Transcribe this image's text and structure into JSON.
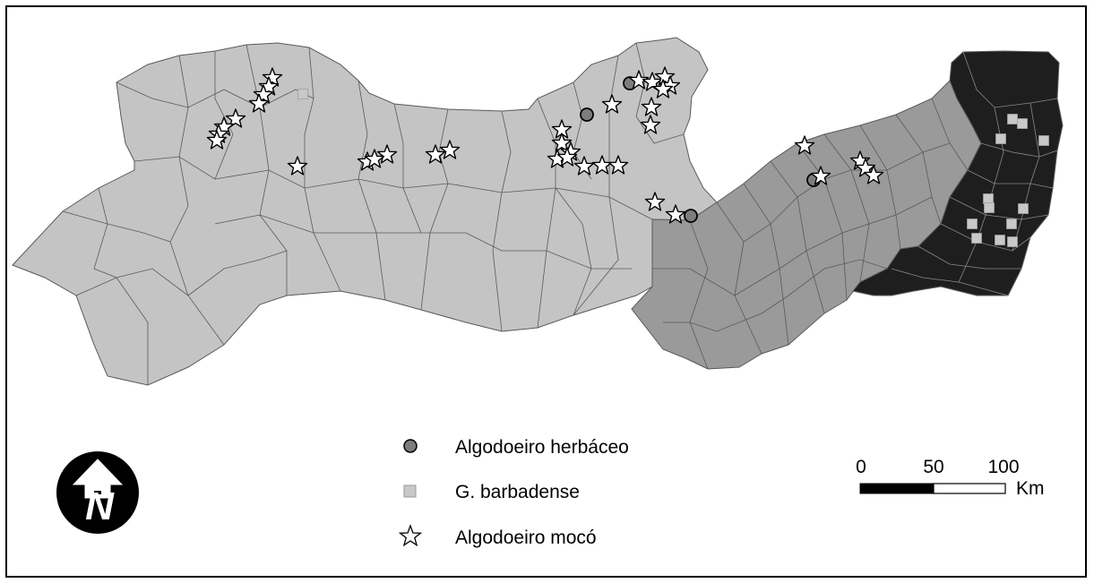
{
  "legend": {
    "items": [
      {
        "label": "Algodoeiro herbáceo",
        "symbol": "circle"
      },
      {
        "label": "G. barbadense",
        "symbol": "square"
      },
      {
        "label": "Algodoeiro mocó",
        "symbol": "star"
      }
    ]
  },
  "scale_bar": {
    "ticks": [
      "0",
      "50",
      "100"
    ],
    "unit": "Km"
  },
  "north_arrow": {
    "letter": "N",
    "icon": "north-arrow-icon"
  },
  "colors": {
    "region_light": "#c4c4c4",
    "region_medium": "#9a9a9a",
    "region_dark": "#1e1e1e",
    "border": "#5a5a5a",
    "circle_fill": "#7d7d7d",
    "square_fill": "#c8c8c8",
    "star_fill": "#ffffff"
  },
  "markers": {
    "circles": [
      [
        703,
        93
      ],
      [
        655,
        128
      ],
      [
        908,
        201
      ],
      [
        771,
        241
      ]
    ],
    "squares": [
      [
        338,
        105
      ],
      [
        1130,
        133
      ],
      [
        1141,
        138
      ],
      [
        1117,
        155
      ],
      [
        1165,
        157
      ],
      [
        1103,
        222
      ],
      [
        1104,
        232
      ],
      [
        1142,
        233
      ],
      [
        1085,
        250
      ],
      [
        1129,
        250
      ],
      [
        1090,
        266
      ],
      [
        1116,
        268
      ],
      [
        1130,
        270
      ]
    ],
    "stars": [
      [
        304,
        87
      ],
      [
        300,
        97
      ],
      [
        294,
        106
      ],
      [
        289,
        116
      ],
      [
        263,
        133
      ],
      [
        250,
        142
      ],
      [
        244,
        150
      ],
      [
        242,
        157
      ],
      [
        332,
        186
      ],
      [
        410,
        181
      ],
      [
        432,
        173
      ],
      [
        418,
        178
      ],
      [
        486,
        173
      ],
      [
        502,
        168
      ],
      [
        627,
        145
      ],
      [
        627,
        160
      ],
      [
        637,
        170
      ],
      [
        622,
        178
      ],
      [
        633,
        176
      ],
      [
        652,
        186
      ],
      [
        672,
        185
      ],
      [
        690,
        185
      ],
      [
        713,
        90
      ],
      [
        728,
        92
      ],
      [
        742,
        86
      ],
      [
        748,
        96
      ],
      [
        740,
        100
      ],
      [
        683,
        117
      ],
      [
        727,
        120
      ],
      [
        726,
        140
      ],
      [
        898,
        163
      ],
      [
        916,
        197
      ],
      [
        960,
        180
      ],
      [
        966,
        188
      ],
      [
        975,
        196
      ],
      [
        731,
        226
      ],
      [
        754,
        240
      ]
    ]
  }
}
